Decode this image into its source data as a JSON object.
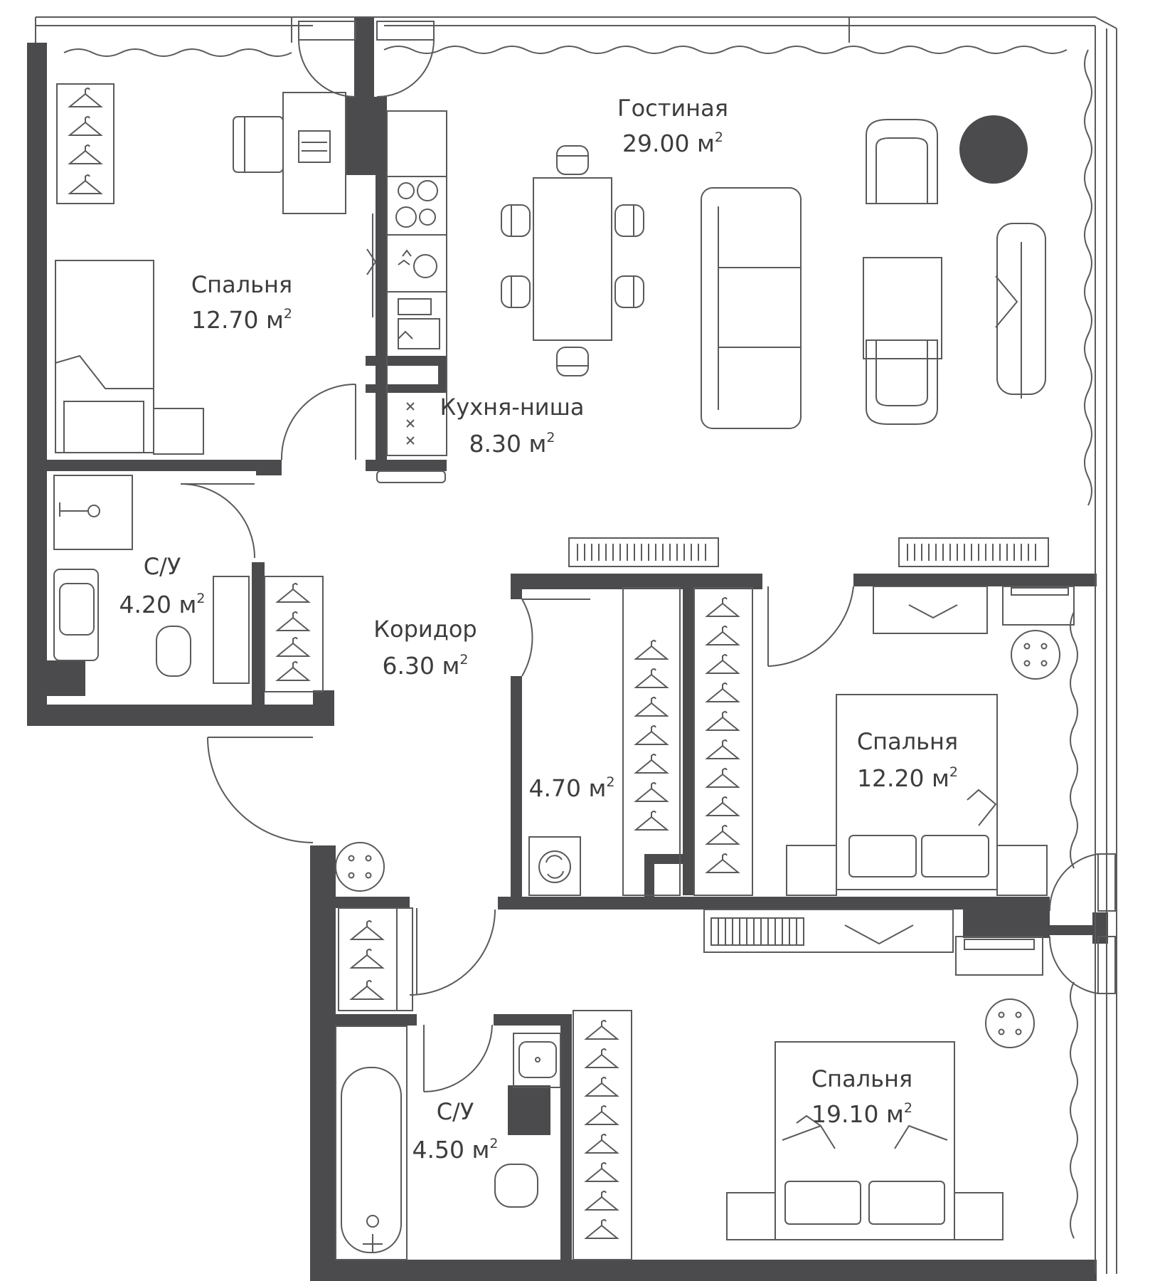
{
  "plan": {
    "colors": {
      "wall": "#4b4b4d",
      "line": "#5a5a5c",
      "background": "#ffffff"
    },
    "rooms": [
      {
        "id": "living",
        "name": "Гостиная",
        "area": "29.00 м",
        "unit_sup": "2"
      },
      {
        "id": "bedroom-1",
        "name": "Спальня",
        "area": "12.70 м",
        "unit_sup": "2"
      },
      {
        "id": "kitchen",
        "name": "Кухня-ниша",
        "area": "8.30 м",
        "unit_sup": "2"
      },
      {
        "id": "bath-1",
        "name": "С/У",
        "area": "4.20 м",
        "unit_sup": "2"
      },
      {
        "id": "corridor",
        "name": "Коридор",
        "area": "6.30 м",
        "unit_sup": "2"
      },
      {
        "id": "storage",
        "name": "",
        "area": "4.70 м",
        "unit_sup": "2"
      },
      {
        "id": "bedroom-2",
        "name": "Спальня",
        "area": "12.20 м",
        "unit_sup": "2"
      },
      {
        "id": "bath-2",
        "name": "С/У",
        "area": "4.50 м",
        "unit_sup": "2"
      },
      {
        "id": "bedroom-3",
        "name": "Спальня",
        "area": "19.10 м",
        "unit_sup": "2"
      }
    ]
  }
}
